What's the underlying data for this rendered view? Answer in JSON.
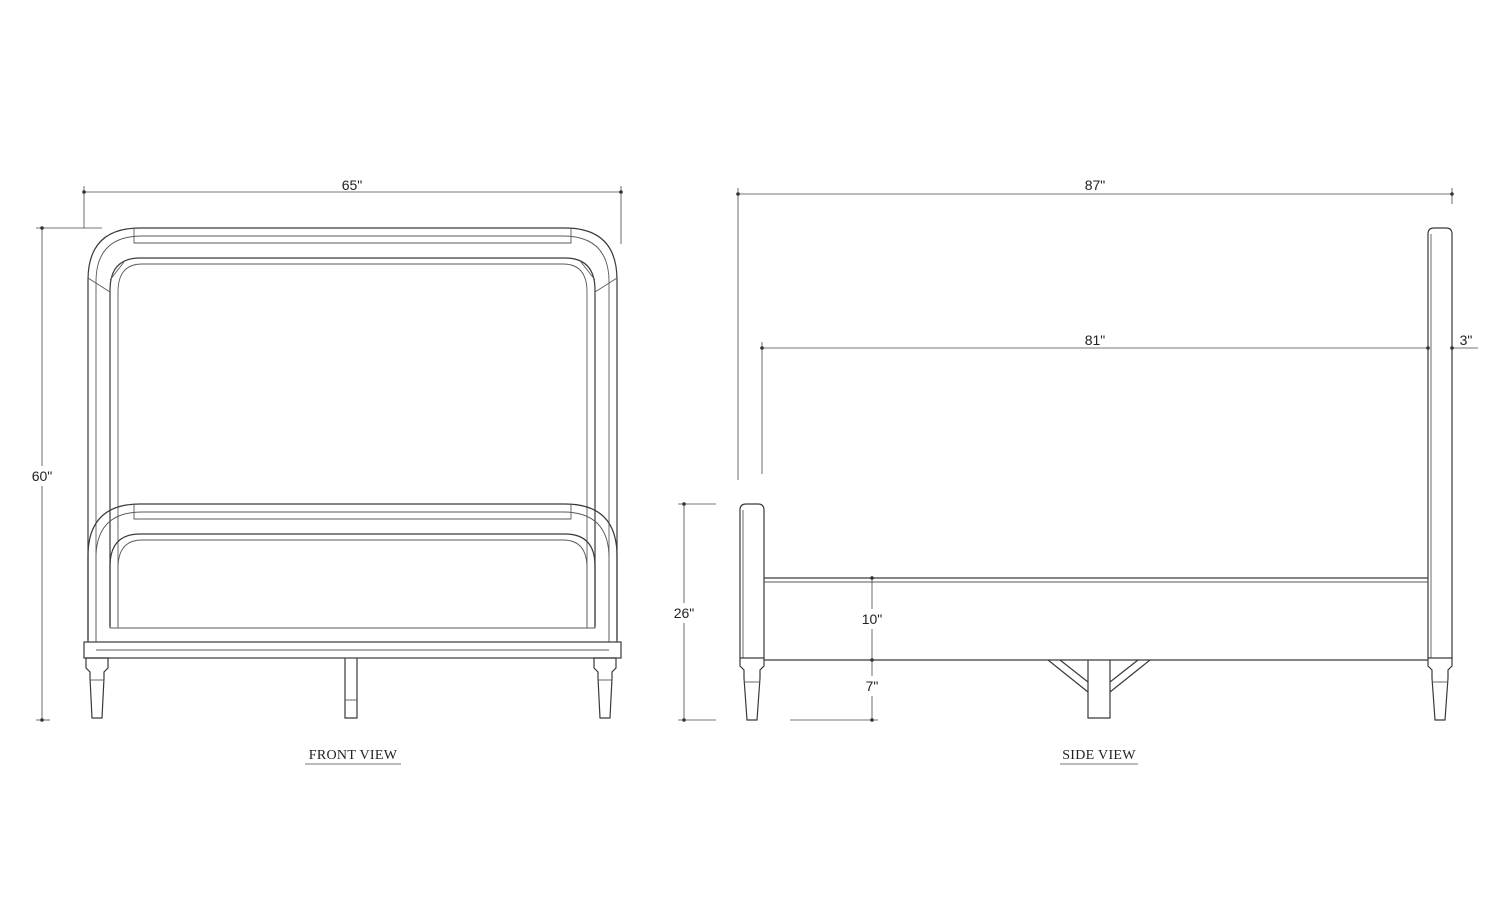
{
  "front_view": {
    "title": "FRONT VIEW",
    "dims": {
      "width": "65\"",
      "height": "60\""
    }
  },
  "side_view": {
    "title": "SIDE VIEW",
    "dims": {
      "length": "87\"",
      "inner_length": "81\"",
      "post_width": "3\"",
      "footboard_height": "26\"",
      "rail_height": "10\"",
      "clearance": "7\""
    }
  }
}
